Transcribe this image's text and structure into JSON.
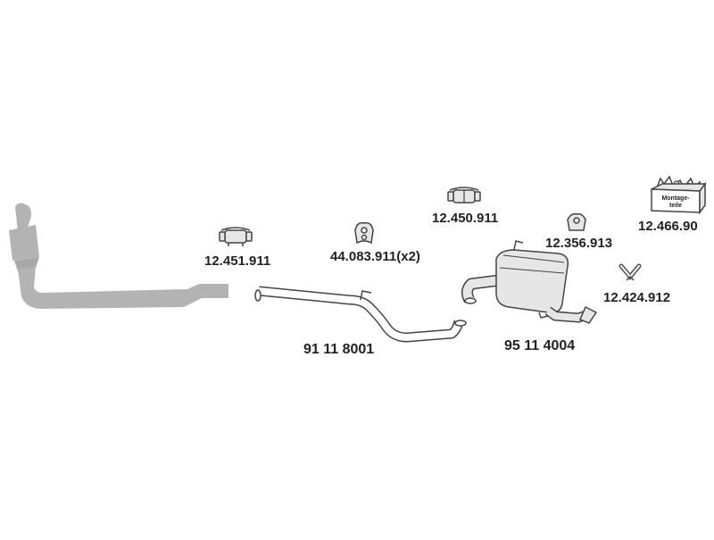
{
  "diagram": {
    "parts": {
      "clamp_front": "12.451.911",
      "rubber_mount": "44.083.911(x2)",
      "clamp_rear": "12.450.911",
      "hanger": "12.356.913",
      "mounting_kit": "12.466.90",
      "bracket": "12.424.912",
      "middle_pipe": "91 11 8001",
      "rear_silencer": "95 11 4004"
    },
    "mounting_kit_box_text_1": "Montage-",
    "mounting_kit_box_text_2": "teile",
    "colors": {
      "line": "#444444",
      "existing_part_fill": "#b3b3b3",
      "part_fill": "#e6e6e6",
      "label": "#222222"
    }
  }
}
